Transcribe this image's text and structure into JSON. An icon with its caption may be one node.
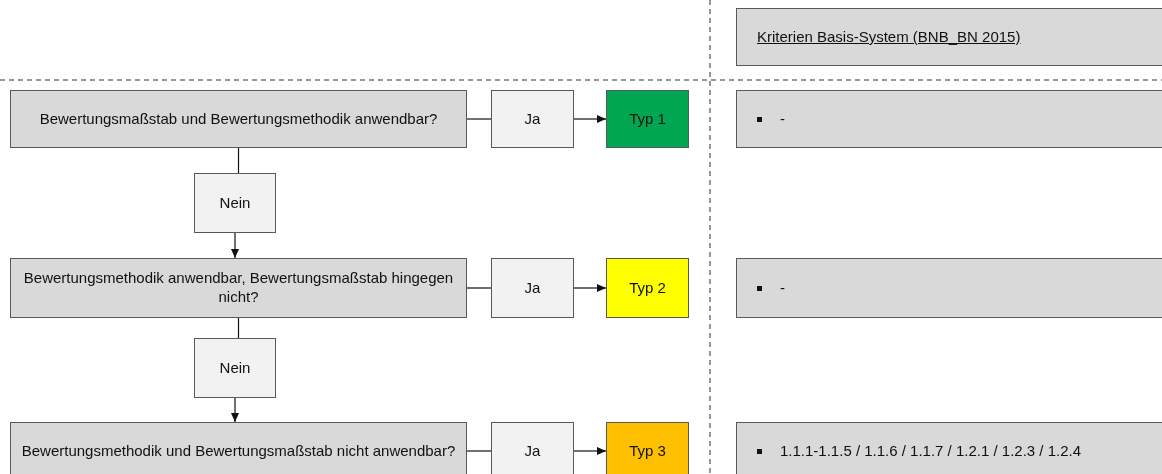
{
  "diagram": {
    "nodes": [
      {
        "text": [
          "Kriterien Basis-System (BNB_BN 2015)"
        ]
      },
      {
        "text": [
          "Bewertungsmaßstab und Bewertungsmethodik anwendbar?"
        ]
      },
      {
        "text": [
          "Ja"
        ]
      },
      {
        "text": [
          "Typ 1"
        ]
      },
      {
        "text": [
          "-"
        ]
      },
      {
        "text": [
          "Nein"
        ]
      },
      {
        "text": [
          "Bewertungsmethodik anwendbar, Bewertungsmaßstab hingegen nicht?"
        ]
      },
      {
        "text": [
          "Ja"
        ]
      },
      {
        "text": [
          "Typ 2"
        ]
      },
      {
        "text": [
          "-"
        ]
      },
      {
        "text": [
          "Nein"
        ]
      },
      {
        "text": [
          "Bewertungsmethodik und Bewertungsmaßstab nicht anwendbar?"
        ]
      },
      {
        "text": [
          "Ja"
        ]
      },
      {
        "text": [
          "Typ 3"
        ]
      },
      {
        "text": [
          "1.1.1-1.1.5 / 1.1.6 / 1.1.7 / 1.2.1 / 1.2.3 / 1.2.4"
        ]
      }
    ],
    "edges": [
      {
        "from": 1,
        "to": 2,
        "arrow": "none"
      },
      {
        "from": 2,
        "to": 3,
        "arrow": "to"
      },
      {
        "from": 1,
        "to": 5,
        "arrow": "none"
      },
      {
        "from": 5,
        "to": 6,
        "arrow": "to"
      },
      {
        "from": 6,
        "to": 7,
        "arrow": "none"
      },
      {
        "from": 7,
        "to": 8,
        "arrow": "to"
      },
      {
        "from": 6,
        "to": 10,
        "arrow": "none"
      },
      {
        "from": 10,
        "to": 11,
        "arrow": "to"
      },
      {
        "from": 11,
        "to": 12,
        "arrow": "none"
      },
      {
        "from": 12,
        "to": 13,
        "arrow": "to"
      }
    ]
  }
}
